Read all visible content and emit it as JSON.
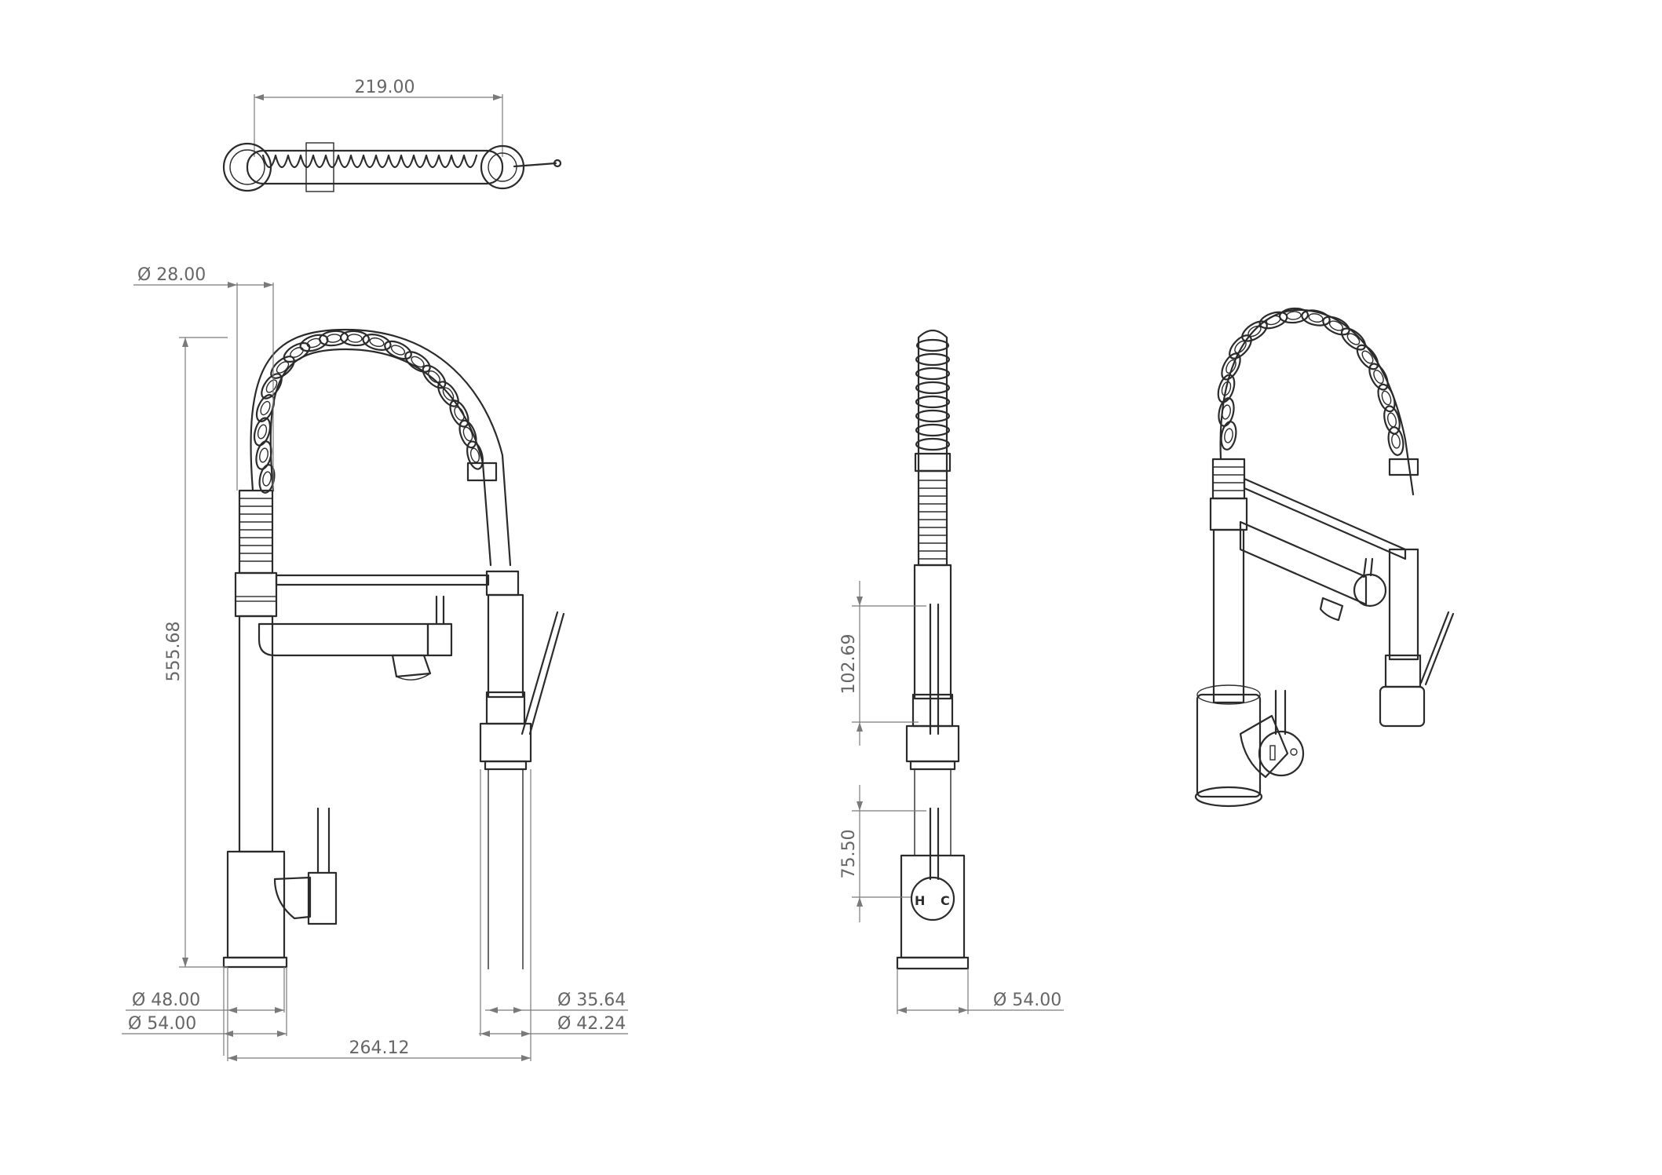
{
  "dimensions": {
    "top_width": "219.00",
    "diam_spout": "Ø 28.00",
    "height": "555.68",
    "diam_base_inner": "Ø 48.00",
    "diam_base_outer": "Ø 54.00",
    "diam_holder_inner": "Ø 35.64",
    "diam_holder_outer": "Ø 42.24",
    "reach": "264.12",
    "side_upper": "102.69",
    "side_lower": "75.50",
    "side_base": "Ø 54.00"
  },
  "handle_marks": {
    "hot": "H",
    "cold": "C"
  },
  "colors": {
    "line": "#2b2b2b",
    "dimension": "#7a7a7a",
    "background": "#ffffff"
  }
}
